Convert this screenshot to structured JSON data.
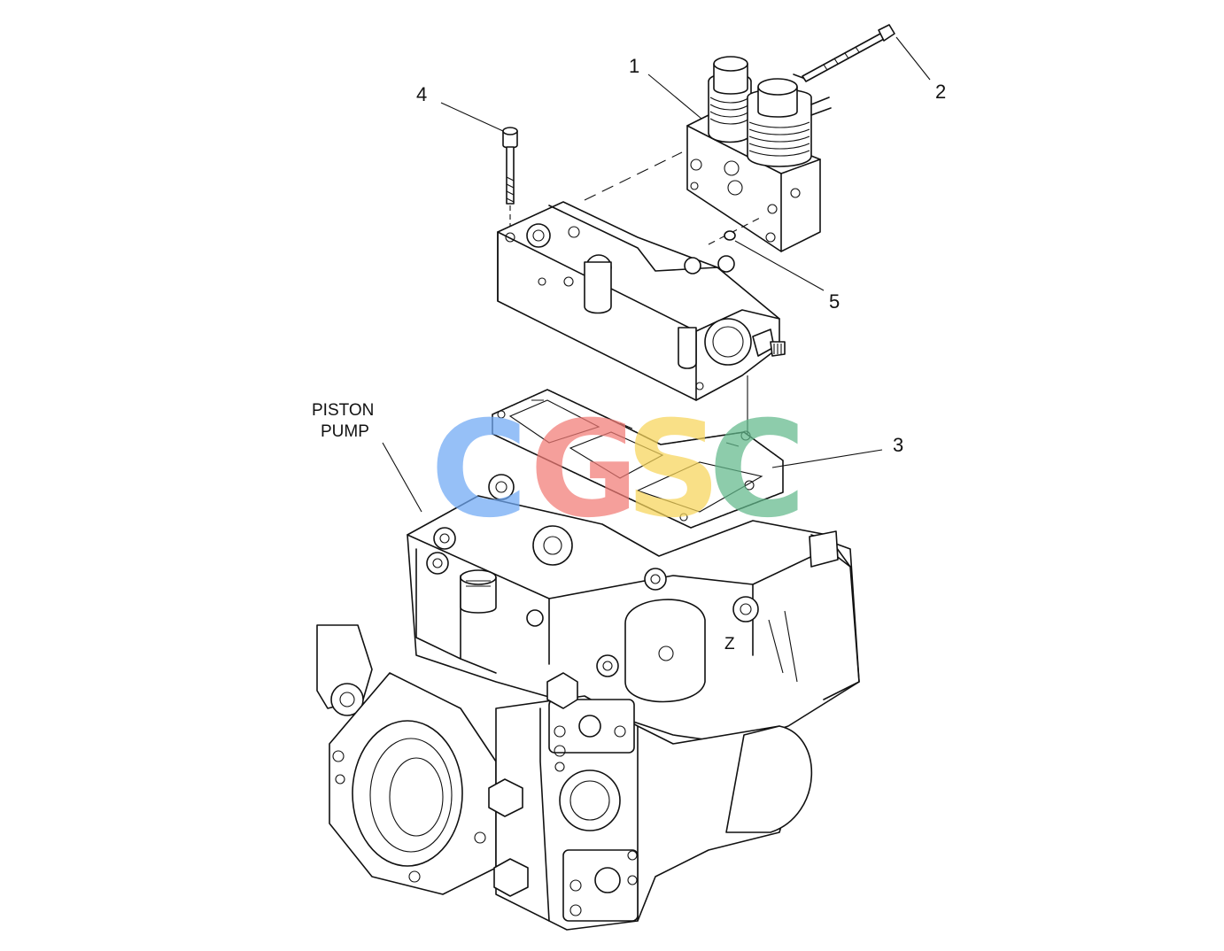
{
  "labels": {
    "one": "1",
    "two": "2",
    "three": "3",
    "four": "4",
    "five": "5",
    "piston_line1": "PISTON",
    "piston_line2": "PUMP",
    "housing_mark": "Z"
  },
  "watermark": {
    "letters": [
      "C",
      "G",
      "S",
      "C"
    ],
    "colors": [
      "#6fa8f5",
      "#f27b76",
      "#f7d55a",
      "#62b98c"
    ]
  }
}
